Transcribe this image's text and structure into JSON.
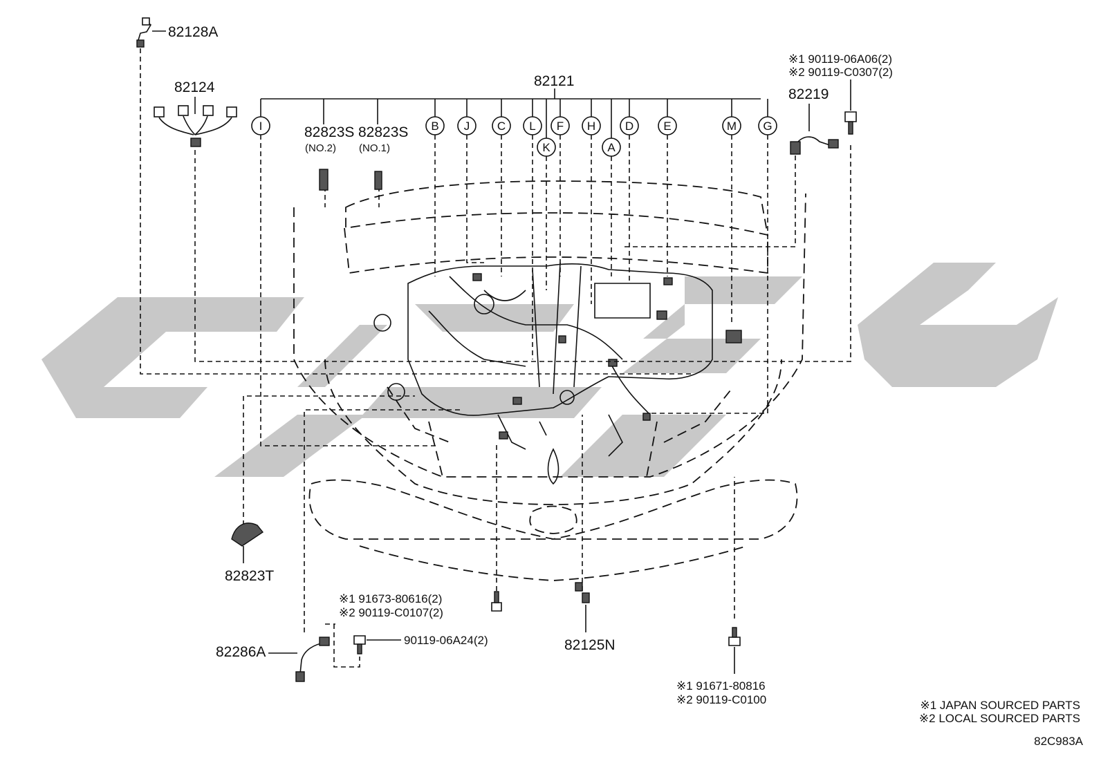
{
  "diagram": {
    "main_harness": "82121",
    "branch_letters": [
      "I",
      "B",
      "J",
      "C",
      "L",
      "K",
      "F",
      "H",
      "A",
      "D",
      "E",
      "M",
      "G"
    ],
    "parts": {
      "p82128A": "82128A",
      "p82124": "82124",
      "p82823S_a": "82823S",
      "p82823S_a_note": "(NO.2)",
      "p82823S_b": "82823S",
      "p82823S_b_note": "(NO.1)",
      "p82219": "82219",
      "p82823T": "82823T",
      "p82286A": "82286A",
      "p82125N": "82125N"
    },
    "fasteners": {
      "top_right_1": "※1 90119-06A06(2)",
      "top_right_2": "※2 90119-C0307(2)",
      "mid_1": "※1 91673-80616(2)",
      "mid_2": "※2 90119-C0107(2)",
      "single": "90119-06A24(2)",
      "bottom_right_1": "※1 91671-80816",
      "bottom_right_2": "※2 90119-C0100"
    },
    "legend": {
      "line1": "※1 JAPAN SOURCED PARTS",
      "line2": "※2 LOCAL SOURCED PARTS"
    },
    "figure_code": "82C983A"
  }
}
